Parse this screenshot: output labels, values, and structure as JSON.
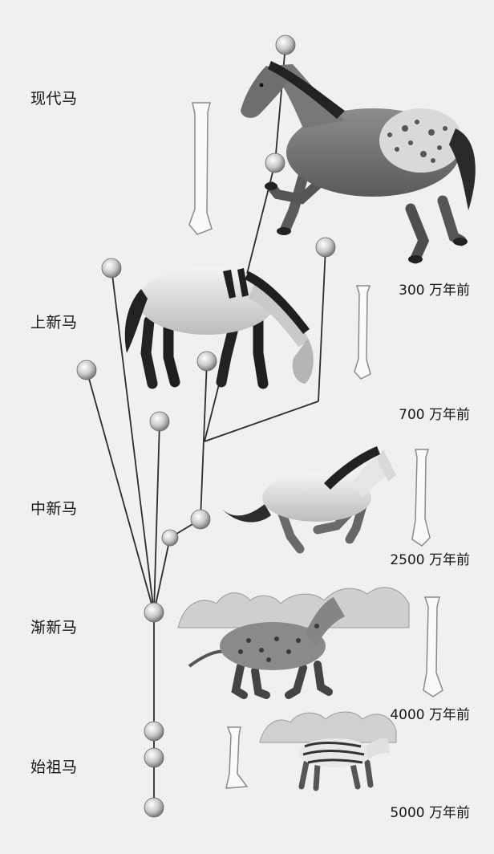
{
  "species": {
    "modern": "现代马",
    "pliohippus": "上新马",
    "miohippus": "中新马",
    "mesohippus": "渐新马",
    "eohippus": "始祖马"
  },
  "ages": {
    "a300": "300 万年前",
    "a700": "700 万年前",
    "a2500": "2500 万年前",
    "a4000": "4000 万年前",
    "a5000": "5000 万年前"
  }
}
